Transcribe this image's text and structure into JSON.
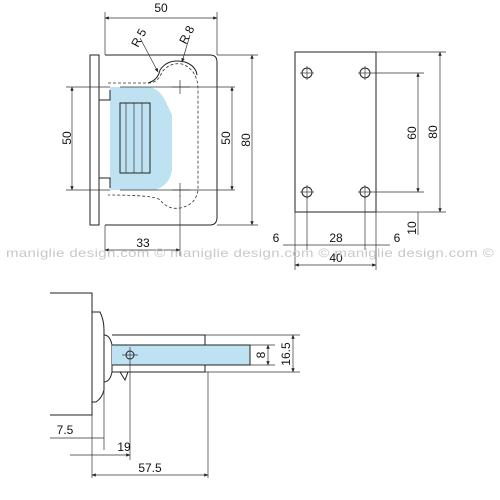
{
  "watermark": "maniglie design.com © maniglie design.com © maniglie design.com ©",
  "front_view": {
    "width_top": "50",
    "radius_left": "R 5",
    "radius_right": "R 8",
    "height_left": "50",
    "height_inner": "50",
    "height_outer": "80",
    "offset_bottom": "33"
  },
  "plate_view": {
    "holes_vertical": "60",
    "height": "80",
    "bottom_offset": "10",
    "left_margin": "6",
    "hole_spacing": "28",
    "right_margin": "6",
    "width": "40"
  },
  "side_view": {
    "glass_thickness": "8",
    "body_thickness": "16.5",
    "wall_offset": "7.5",
    "pin_offset": "19",
    "total_depth": "57.5"
  },
  "colors": {
    "glass": "#bfe2f3",
    "line": "#222222",
    "watermark": "#c8c8c8"
  }
}
